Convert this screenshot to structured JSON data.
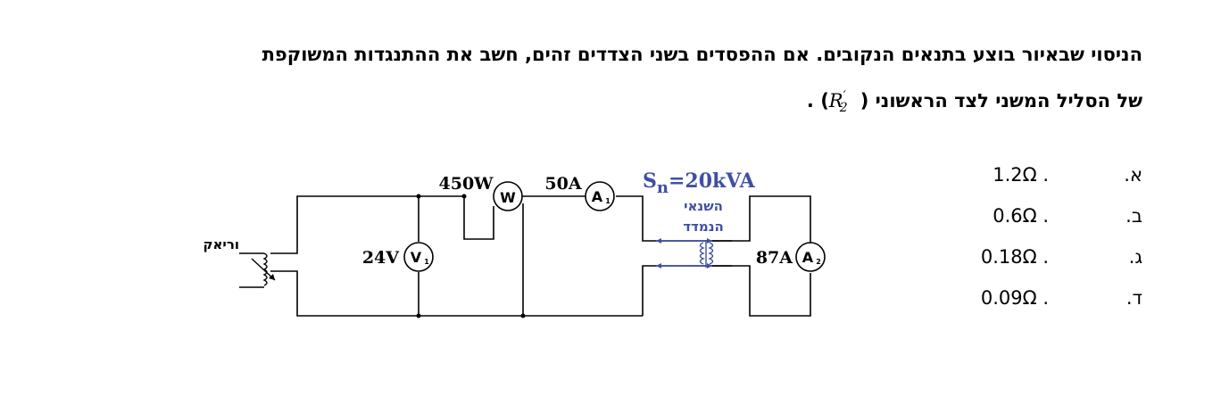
{
  "question": {
    "line1": "הניסוי שבאיור בוצע בתנאים הנקובים. אם ההפסדים בשני הצדדים זהים, חשב את ההתנגדות המשוקפת",
    "line2_prefix": "של הסליל המשני לצד הראשוני (",
    "symbol_base": "R",
    "symbol_sub": "2",
    "symbol_prime": "′",
    "line2_suffix": ") ."
  },
  "answers": [
    {
      "letter": "א.",
      "value": "1.2Ω ."
    },
    {
      "letter": "ב.",
      "value": "0.6Ω ."
    },
    {
      "letter": "ג.",
      "value": "0.18Ω ."
    },
    {
      "letter": "ד.",
      "value": "0.09Ω ."
    }
  ],
  "circuit": {
    "variac_label": "וריאק",
    "voltage_label": "24V",
    "voltmeter_letter": "V",
    "voltmeter_index": "1",
    "power_label": "450W",
    "wattmeter_letter": "W",
    "current1_label": "50A",
    "ammeter1_letter": "A",
    "ammeter1_index": "1",
    "rating_symbol": "S",
    "rating_sub": "n",
    "rating_value": "=20kVA",
    "transformer_label_1": "השנאי",
    "transformer_label_2": "הנמדד",
    "current2_label": "87A",
    "ammeter2_letter": "A",
    "ammeter2_index": "2",
    "accent_color": "#3f4fa6"
  }
}
